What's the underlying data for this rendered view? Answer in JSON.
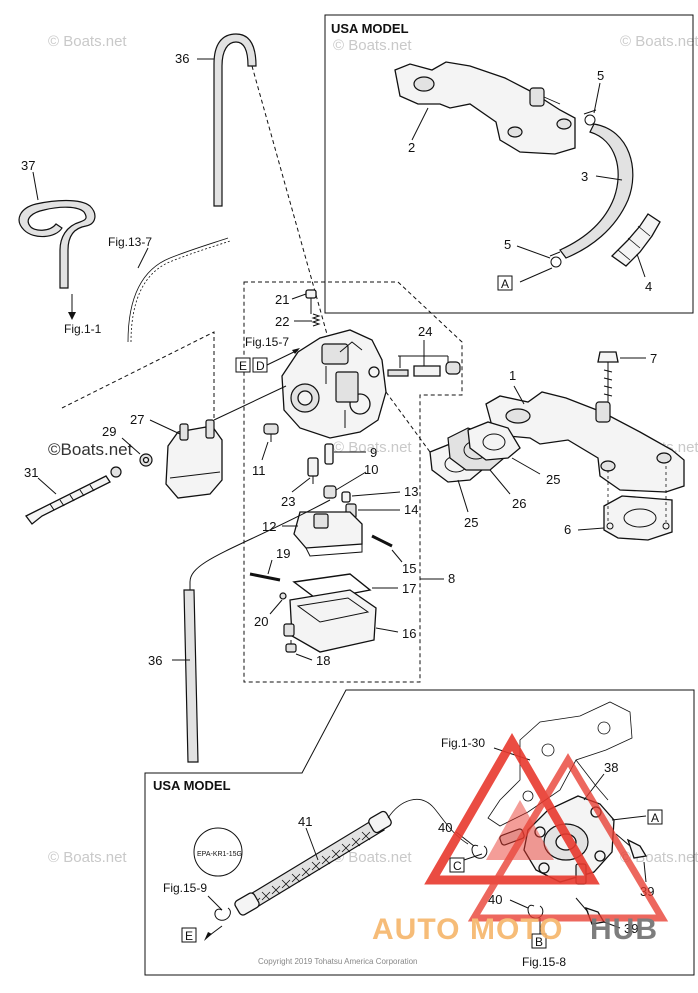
{
  "headers": {
    "usa_top": "USA MODEL",
    "usa_bottom": "USA MODEL"
  },
  "watermarks": {
    "text": "© Boats.net",
    "dark": "©Boats.net"
  },
  "brand": {
    "auto": "AUTO",
    "moto": "MOTO",
    "hub": "HUB",
    "accent": "#e8392e",
    "orange": "#f6b56a"
  },
  "copyright": "Copyright 2019 Tohatsu America Corporation",
  "figure_refs": {
    "fig_13_7": "Fig.13-7",
    "fig_1_1": "Fig.1-1",
    "fig_15_7": "Fig.15-7",
    "fig_1_30": "Fig.1-30",
    "fig_15_9": "Fig.15-9",
    "fig_15_8": "Fig.15-8"
  },
  "boxed_letters": {
    "a": "A",
    "b": "B",
    "c": "C",
    "d": "D",
    "e": "E"
  },
  "tag_text": "EPA-KR1-15G",
  "callouts": {
    "n1": "1",
    "n2": "2",
    "n3": "3",
    "n4": "4",
    "n5": "5",
    "n6": "6",
    "n7": "7",
    "n8": "8",
    "n9": "9",
    "n10": "10",
    "n11": "11",
    "n12": "12",
    "n13": "13",
    "n14": "14",
    "n15": "15",
    "n16": "16",
    "n17": "17",
    "n18": "18",
    "n19": "19",
    "n20": "20",
    "n21": "21",
    "n22": "22",
    "n23": "23",
    "n24": "24",
    "n25": "25",
    "n26": "26",
    "n27": "27",
    "n29": "29",
    "n31": "31",
    "n36": "36",
    "n37": "37",
    "n38": "38",
    "n39": "39",
    "n40": "40",
    "n41": "41"
  }
}
